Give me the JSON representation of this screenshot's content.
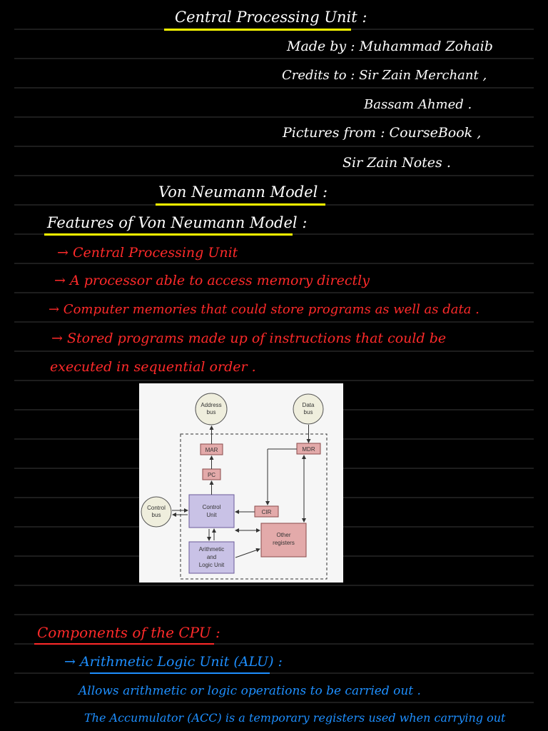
{
  "title": "Central Processing Unit :",
  "made_by": "Made by :  Muhammad  Zohaib",
  "credits_line1": "Credits to :  Sir Zain Merchant ,",
  "credits_line2": "Bassam  Ahmed .",
  "pictures_line1": "Pictures from :  CourseBook ,",
  "pictures_line2": "Sir Zain  Notes .",
  "model_heading": "Von  Neumann  Model :",
  "features_heading": "Features of Von Neumann Model :",
  "features": [
    "→ Central  Processing  Unit",
    "→ A processor  able  to access  memory  directly",
    "→ Computer memories  that  could store  programs  as well as  data .",
    "→ Stored   programs  made  up  of  instructions  that could  be",
    "executed  in  sequential  order ."
  ],
  "diagram": {
    "address_bus": [
      "Address",
      "bus"
    ],
    "data_bus": [
      "Data",
      "bus"
    ],
    "control_bus": [
      "Control",
      "bus"
    ],
    "mar": "MAR",
    "mdr": "MDR",
    "pc": "PC",
    "cir": "CIR",
    "control_unit": [
      "Control",
      "Unit"
    ],
    "alu": [
      "Arithmetic",
      "and",
      "Logic Unit"
    ],
    "other_registers": [
      "Other",
      "registers"
    ]
  },
  "components_heading": "Components of the CPU :",
  "alu_heading": "→ Arithmetic  Logic  Unit (ALU) :",
  "alu_line1": "Allows   arithmetic  or logic  operations  to  be  carried  out .",
  "alu_line2": "The  Accumulator (ACC) is  a  temporary  registers  used   when  carrying  out",
  "colors": {
    "highlight": "#ffff00",
    "red_ink": "#ff2a2a",
    "blue_ink": "#1e8fff",
    "paper": "#000000"
  }
}
